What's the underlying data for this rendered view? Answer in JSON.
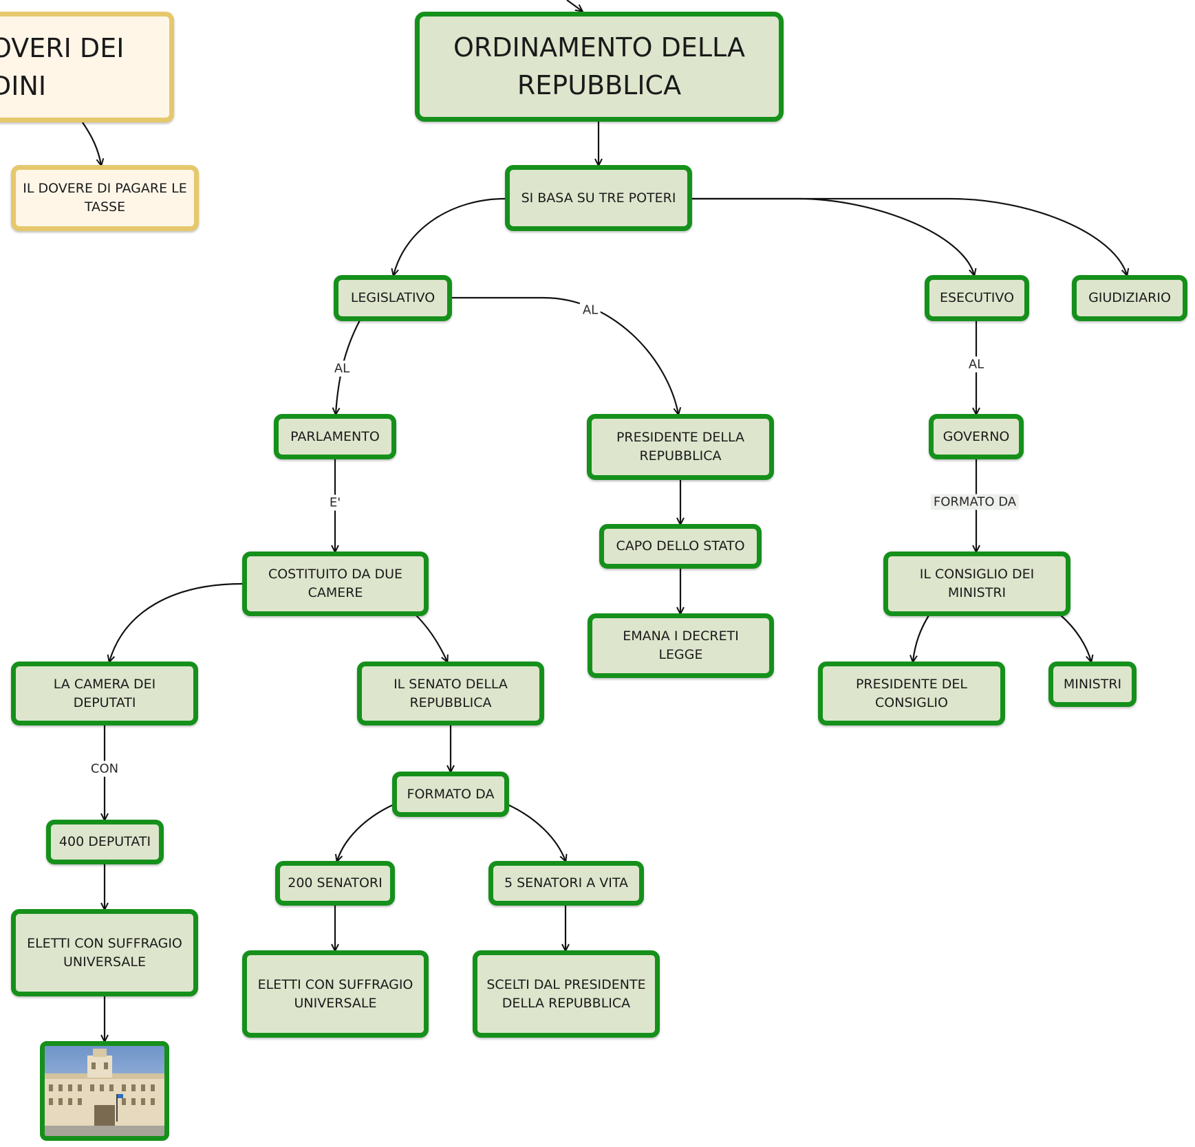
{
  "nodes": {
    "doveri": "OVERI DEI\nDINI",
    "dovere_tasse": "IL DOVERE DI PAGARE LE\nTASSE",
    "ordinamento": "ORDINAMENTO DELLA\nREPUBBLICA",
    "tre_poteri": "SI BASA SU TRE POTERI",
    "legislativo": "LEGISLATIVO",
    "esecutivo": "ESECUTIVO",
    "giudiziario": "GIUDIZIARIO",
    "parlamento": "PARLAMENTO",
    "presidente_repubblica": "PRESIDENTE DELLA\nREPUBBLICA",
    "governo": "GOVERNO",
    "capo_stato": "CAPO DELLO STATO",
    "costituito": "COSTITUITO DA DUE\nCAMERE",
    "consiglio_ministri": "IL CONSIGLIO DEI\nMINISTRI",
    "decreti": "EMANA I DECRETI LEGGE",
    "camera": "LA CAMERA DEI DEPUTATI",
    "senato": "IL SENATO DELLA\nREPUBBLICA",
    "presidente_consiglio": "PRESIDENTE DEL\nCONSIGLIO",
    "ministri": "MINISTRI",
    "formato_da": "FORMATO DA",
    "deputati_400": "400 DEPUTATI",
    "senatori_200": "200 SENATORI",
    "senatori_vita": "5 SENATORI A VITA",
    "eletti_camera": "ELETTI CON SUFFRAGIO\nUNIVERSALE",
    "eletti_senato": "ELETTI CON SUFFRAGIO\nUNIVERSALE",
    "scelti": "SCELTI DAL PRESIDENTE\nDELLA REPUBBLICA"
  },
  "edge_labels": {
    "al_parlamento": "AL",
    "al_presidente": "AL",
    "al_governo": "AL",
    "e_costituito": "E'",
    "formato_da_consiglio": "FORMATO DA",
    "con_deputati": "CON"
  },
  "colors": {
    "node_fill": "#dde5cc",
    "node_border": "#15901b",
    "cream_fill": "#fff6e8",
    "cream_border": "#e6c86c",
    "edge": "#111111"
  },
  "image": {
    "icon": "palazzo-montecitorio-photo"
  }
}
